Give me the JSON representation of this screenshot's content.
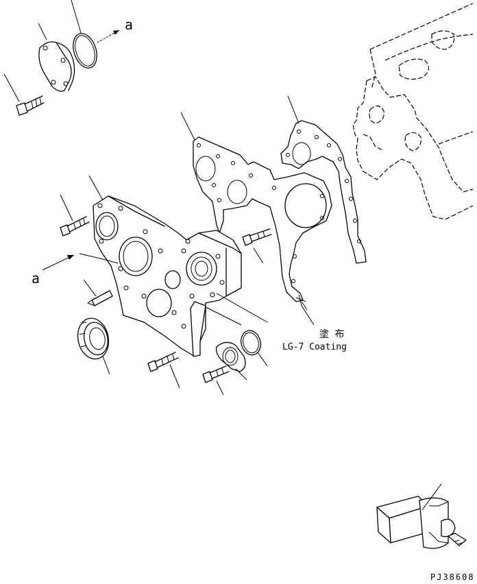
{
  "labels": {
    "ref_a_top": "a",
    "ref_a_left": "a",
    "coating_jp": "塗 布",
    "coating_en": "LG-7 Coating",
    "drawing_number": "PJ38608"
  },
  "parts": [
    "cover-plate",
    "o-ring",
    "bolt",
    "front-cover",
    "front-cover-gasket",
    "plate-gasket",
    "front-oil-seal",
    "seal-retainer",
    "small-o-ring",
    "dowel-pin",
    "engine-block",
    "oil-seal-installer-tool"
  ]
}
